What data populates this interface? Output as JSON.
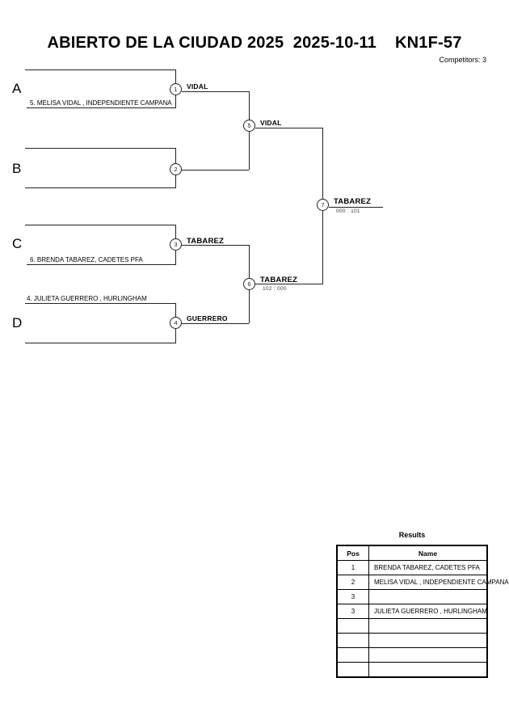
{
  "header": {
    "title": "ABIERTO DE LA CIUDAD 2025  2025-10-11    KN1F-57",
    "competitors": "Competitors: 3"
  },
  "bracket": {
    "groups": [
      {
        "letter": "A"
      },
      {
        "letter": "B"
      },
      {
        "letter": "C"
      },
      {
        "letter": "D"
      }
    ],
    "slots": [
      {
        "id": "a-top",
        "name": ""
      },
      {
        "id": "a-bottom",
        "name": "5. MELISA VIDAL , INDEPENDIENTE CAMPANA"
      },
      {
        "id": "b-top",
        "name": ""
      },
      {
        "id": "b-bottom",
        "name": ""
      },
      {
        "id": "c-top",
        "name": ""
      },
      {
        "id": "c-bottom",
        "name": "6. BRENDA TABAREZ, CADETES PFA"
      },
      {
        "id": "d-top",
        "name": "4. JULIETA GUERRERO , HURLINGHAM"
      },
      {
        "id": "d-bottom",
        "name": ""
      }
    ],
    "matches": [
      {
        "number": "1",
        "winner": "VIDAL",
        "score": ""
      },
      {
        "number": "2",
        "winner": "",
        "score": ""
      },
      {
        "number": "3",
        "winner": "TABAREZ",
        "score": ""
      },
      {
        "number": "4",
        "winner": "GUERRERO",
        "score": ""
      },
      {
        "number": "5",
        "winner": "VIDAL",
        "score": ""
      },
      {
        "number": "6",
        "winner": "TABAREZ",
        "score": "102 : 000"
      },
      {
        "number": "7",
        "winner": "TABAREZ",
        "score": "000 : 101"
      }
    ]
  },
  "results": {
    "caption": "Results",
    "columns": [
      "Pos",
      "Name"
    ],
    "rows": [
      {
        "pos": "1",
        "name": "BRENDA TABAREZ, CADETES PFA"
      },
      {
        "pos": "2",
        "name": "MELISA VIDAL , INDEPENDIENTE CAMPANA"
      },
      {
        "pos": "3",
        "name": ""
      },
      {
        "pos": "3",
        "name": "JULIETA GUERRERO , HURLINGHAM"
      },
      {
        "pos": "",
        "name": ""
      },
      {
        "pos": "",
        "name": ""
      },
      {
        "pos": "",
        "name": ""
      },
      {
        "pos": "",
        "name": ""
      }
    ]
  }
}
